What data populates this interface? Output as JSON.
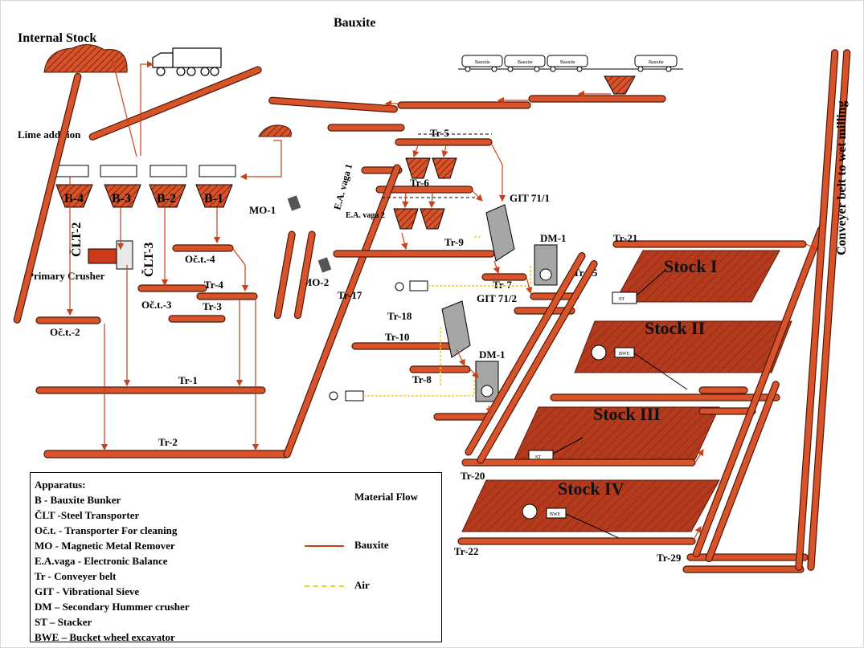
{
  "title": "Bauxite",
  "labels": {
    "internal_stock": "Internal Stock",
    "lime_addition": "Lime addition",
    "primary_crusher": "Primary Crusher",
    "b4": "B-4",
    "b3": "B-3",
    "b2": "B-2",
    "b1": "B-1",
    "clt2": "ČLT-2",
    "clt3": "ČLT-3",
    "oct4": "Oč.t.-4",
    "oct3": "Oč.t.-3",
    "oct2": "Oč.t.-2",
    "mo1": "MO-1",
    "mo2": "MO-2",
    "ea1": "E.A. vaga 1",
    "ea2": "E.A. vaga 2",
    "tr1": "Tr-1",
    "tr2": "Tr-2",
    "tr3": "Tr-3",
    "tr4": "Tr-4",
    "tr5": "Tr-5",
    "tr6": "Tr-6",
    "tr7": "Tr-7",
    "tr8": "Tr-8",
    "tr9": "Tr-9",
    "tr10": "Tr-10",
    "tr15": "Tr-15",
    "tr17": "Tr-17",
    "tr18": "Tr-18",
    "tr20": "Tr-20",
    "tr21": "Tr-21",
    "tr22": "Tr-22",
    "tr29": "Tr-29",
    "git1": "GIT 71/1",
    "git2": "GIT 71/2",
    "dm1a": "DM-1",
    "dm1b": "DM-1",
    "stock1": "Stock I",
    "stock2": "Stock II",
    "stock3": "Stock III",
    "stock4": "Stock IV",
    "st": "ST",
    "bwe": "BWE",
    "wagon": "Bauxite",
    "wet_milling": "Conveyer belt to wet milling"
  },
  "legend": {
    "heading": "Apparatus:",
    "items": [
      "B - Bauxite Bunker",
      "ČLT -Steel Transporter",
      "Oč.t. - Transporter For cleaning",
      "MO - Magnetic Metal Remover",
      "E.A.vaga - Electronic Balance",
      "Tr - Conveyer belt",
      "GIT - Vibrational Sieve",
      "DM – Secondary Hummer crusher",
      "ST – Stacker",
      "BWE – Bucket wheel excavator"
    ],
    "flow_title": "Material Flow",
    "flow_bauxite": "Bauxite",
    "flow_air": "Air"
  },
  "colors": {
    "belt": "#d9532a",
    "belt_edge": "#4a1a0a",
    "stock": "#b5381d",
    "flow": "#c8421a",
    "air": "#e6d21a",
    "machine": "#9a9a9a"
  }
}
